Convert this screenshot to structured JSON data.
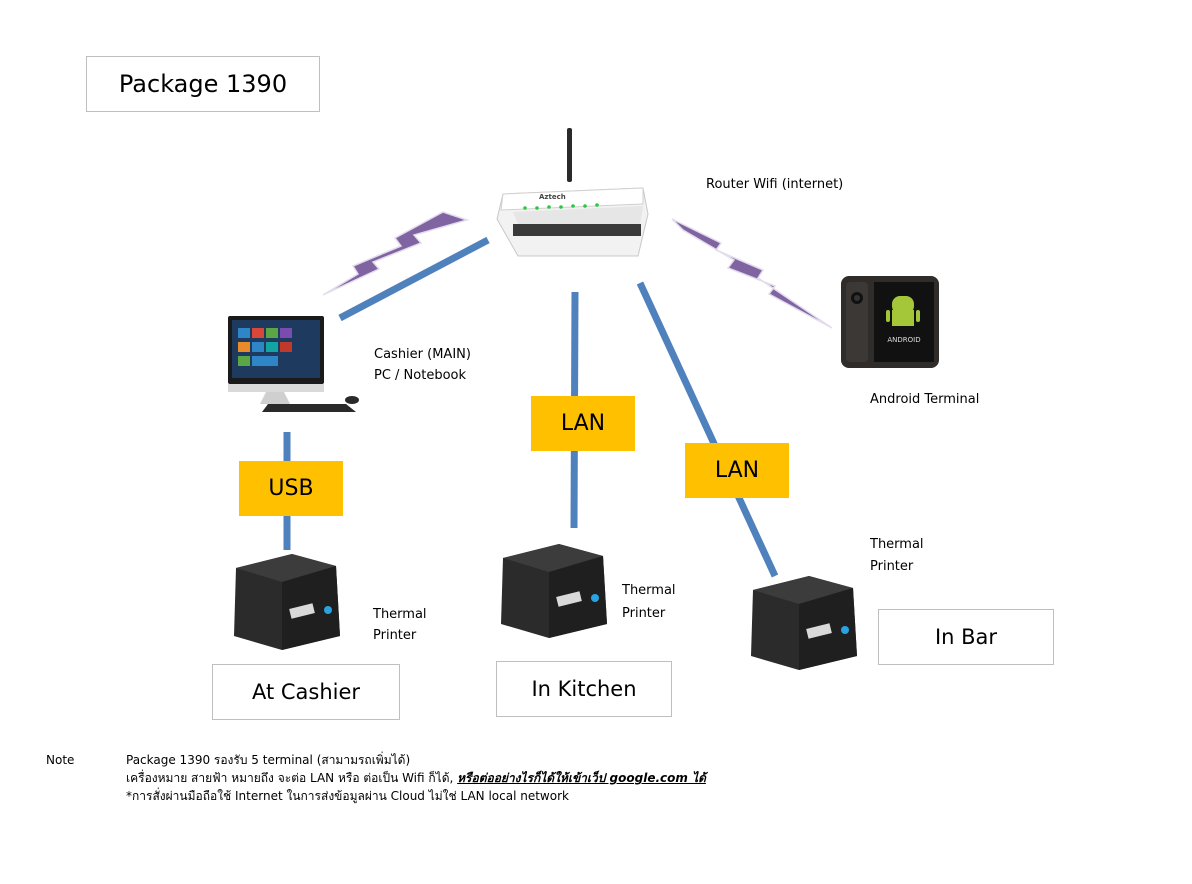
{
  "title": "Package 1390",
  "devices": {
    "router_label": "Router Wifi (internet)",
    "router_brand": "Aztech",
    "cashier_label_1": "Cashier (MAIN)",
    "cashier_label_2": "PC / Notebook",
    "android_label": "Android Terminal",
    "android_brand": "ANDROID"
  },
  "connections": {
    "usb": "USB",
    "lan_kitchen": "LAN",
    "lan_bar": "LAN"
  },
  "printers": {
    "cashier_label_1": "Thermal",
    "cashier_label_2": "Printer",
    "kitchen_label_1": "Thermal",
    "kitchen_label_2": "Printer",
    "bar_label_1": "Thermal",
    "bar_label_2": "Printer"
  },
  "locations": {
    "cashier": "At Cashier",
    "kitchen": "In Kitchen",
    "bar": "In Bar"
  },
  "note": {
    "label": "Note",
    "line1": "Package 1390 รองรับ 5 terminal (สามามรถเพิ่มได้)",
    "line2_plain": "เครื่องหมาย สายฟ้า หมายถึง จะต่อ LAN หรือ ต่อเป็น Wifi ก็ได้, ",
    "line2_emph": "หรือต่ออย่างไรก็ได้ให้เข้าเว็ป google.com ได้",
    "line3": "*การสั่งผ่านมือถือใช้ Internet ในการส่งข้อมูลผ่าน Cloud  ไม่ใช่ LAN  local network"
  },
  "colors": {
    "lan_line": "#4f81bd",
    "lightning": "#8064a2",
    "tag_fill": "#ffc000",
    "box_border": "#bfbfbf"
  }
}
